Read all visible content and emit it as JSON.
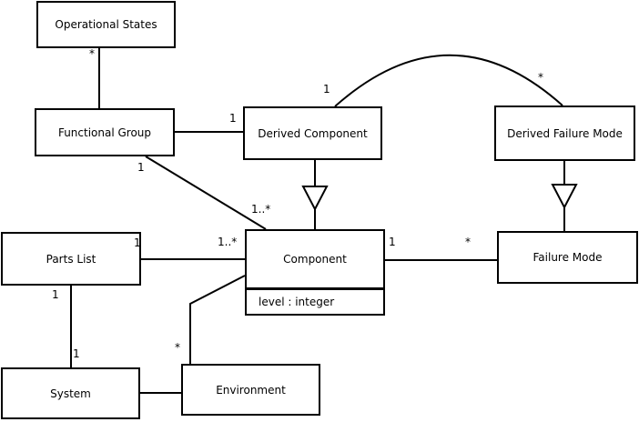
{
  "colors": {
    "line": "#000000",
    "background": "#ffffff",
    "box_fill": "#ffffff",
    "text": "#000000"
  },
  "diagram": {
    "type": "uml-class-diagram",
    "classes": {
      "operational_states": {
        "label": "Operational States"
      },
      "functional_group": {
        "label": "Functional Group"
      },
      "derived_component": {
        "label": "Derived Component"
      },
      "derived_failure_mode": {
        "label": "Derived Failure Mode"
      },
      "parts_list": {
        "label": "Parts List"
      },
      "component": {
        "label": "Component",
        "attribute": "level : integer"
      },
      "failure_mode": {
        "label": "Failure Mode"
      },
      "system": {
        "label": "System"
      },
      "environment": {
        "label": "Environment"
      }
    },
    "multiplicities": {
      "operational_states_functional_group": "*",
      "functional_group_derived_component": "1",
      "functional_group_component": "1",
      "derived_component_arc": "1",
      "derived_failure_mode_arc": "*",
      "component_top_left": "1..*",
      "component_left": "1..*",
      "component_right": "1",
      "failure_mode_left": "*",
      "parts_list_right": "1",
      "parts_list_bottom": "1",
      "system_top": "1",
      "environment_top": "*"
    }
  }
}
